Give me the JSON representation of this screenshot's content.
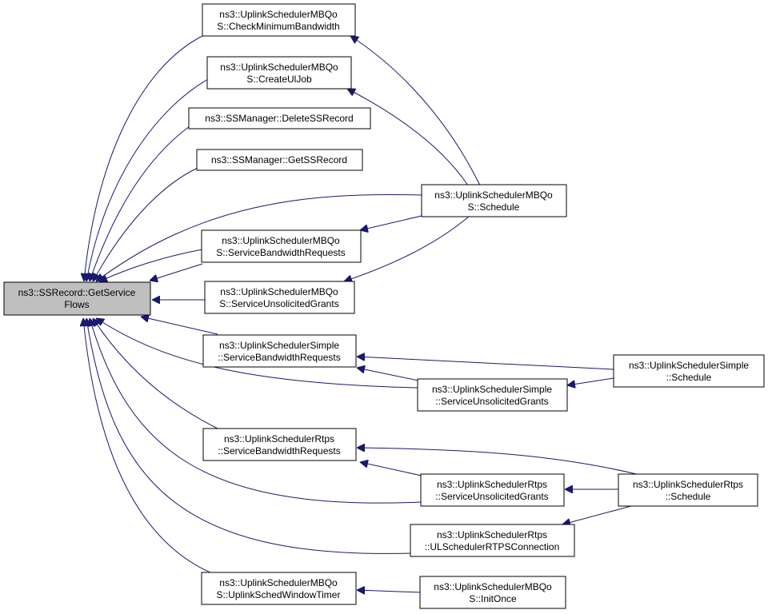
{
  "colors": {
    "edge": "#191970",
    "node_fill": "#ffffff",
    "root_fill": "#bfbfbf",
    "node_stroke": "#000000"
  },
  "nodes": {
    "root": [
      "ns3::SSRecord::GetService",
      "Flows"
    ],
    "mbqos_check_min_bw": [
      "ns3::UplinkSchedulerMBQo",
      "S::CheckMinimumBandwidth"
    ],
    "mbqos_create_ul_job": [
      "ns3::UplinkSchedulerMBQo",
      "S::CreateUlJob"
    ],
    "ssmanager_delete": [
      "ns3::SSManager::DeleteSSRecord"
    ],
    "ssmanager_get": [
      "ns3::SSManager::GetSSRecord"
    ],
    "mbqos_schedule": [
      "ns3::UplinkSchedulerMBQo",
      "S::Schedule"
    ],
    "mbqos_service_bw_req": [
      "ns3::UplinkSchedulerMBQo",
      "S::ServiceBandwidthRequests"
    ],
    "mbqos_service_unsol": [
      "ns3::UplinkSchedulerMBQo",
      "S::ServiceUnsolicitedGrants"
    ],
    "simple_service_bw_req": [
      "ns3::UplinkSchedulerSimple",
      "::ServiceBandwidthRequests"
    ],
    "simple_schedule": [
      "ns3::UplinkSchedulerSimple",
      "::Schedule"
    ],
    "simple_service_unsol": [
      "ns3::UplinkSchedulerSimple",
      "::ServiceUnsolicitedGrants"
    ],
    "rtps_service_bw_req": [
      "ns3::UplinkSchedulerRtps",
      "::ServiceBandwidthRequests"
    ],
    "rtps_service_unsol": [
      "ns3::UplinkSchedulerRtps",
      "::ServiceUnsolicitedGrants"
    ],
    "rtps_schedule": [
      "ns3::UplinkSchedulerRtps",
      "::Schedule"
    ],
    "rtps_ul_connection": [
      "ns3::UplinkSchedulerRtps",
      "::ULSchedulerRTPSConnection"
    ],
    "mbqos_window_timer": [
      "ns3::UplinkSchedulerMBQo",
      "S::UplinkSchedWindowTimer"
    ],
    "mbqos_init_once": [
      "ns3::UplinkSchedulerMBQo",
      "S::InitOnce"
    ]
  }
}
